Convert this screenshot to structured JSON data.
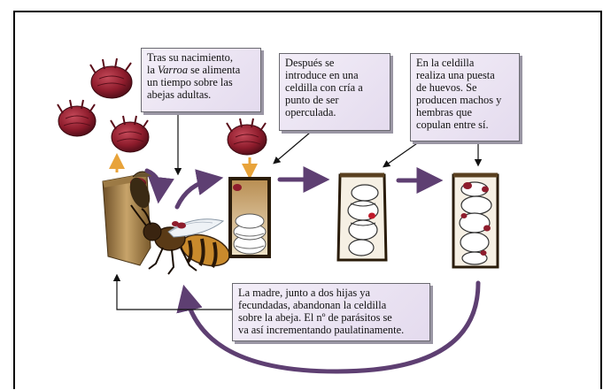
{
  "callouts": {
    "nacimiento": {
      "line1": "Tras su nacimiento,",
      "line2_pre": "la ",
      "line2_italic": "Varroa",
      "line2_post": " se alimenta",
      "line3": "un tiempo sobre las",
      "line4": "abejas adultas."
    },
    "despues": {
      "lines": [
        "Después se",
        "introduce en una",
        "celdilla con cría a",
        "punto de ser",
        "operculada."
      ]
    },
    "celdilla": {
      "lines": [
        "En la celdilla",
        "realiza una puesta",
        "de huevos. Se",
        "producen machos y",
        "hembras que",
        "copulan entre sí."
      ]
    },
    "madre": {
      "lines": [
        "La madre, junto a dos hijas ya",
        "fecundadas, abandonan la celdilla",
        "sobre la abeja. El nº de parásitos se",
        "va así incrementando paulatinamente."
      ]
    }
  },
  "colors": {
    "flow_arrow": "#5e3f72",
    "mite": "#8e1c2c",
    "orange_arrow": "#e8a33a",
    "cell_wall": "#8a6a3a"
  }
}
